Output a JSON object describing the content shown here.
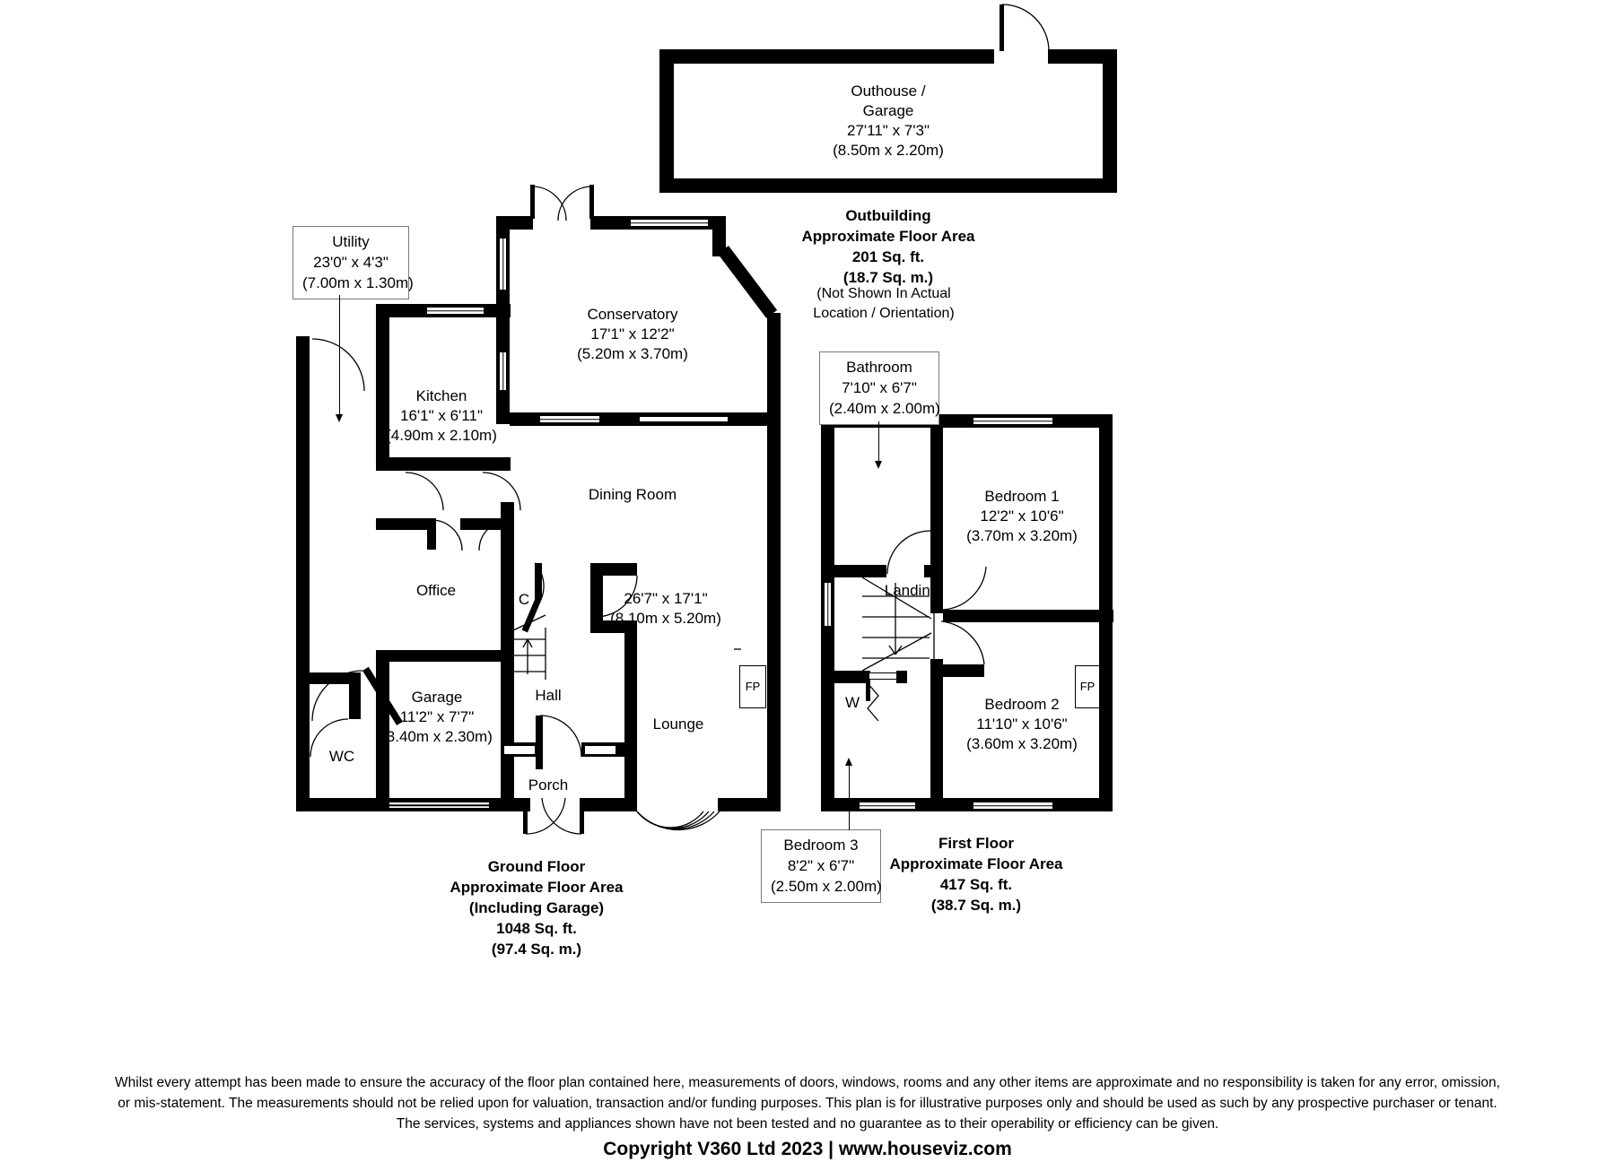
{
  "document": {
    "type": "floor-plan",
    "copyright": "Copyright V360 Ltd 2023 | www.houseviz.com",
    "disclaimer_lines": [
      "Whilst every attempt has been made to ensure the accuracy of the floor plan contained here, measurements of doors, windows, rooms and any other items are approximate and no responsibility is taken for any error, omission,",
      "or mis-statement. The measurements should not be relied upon for valuation, transaction and/or funding purposes. This plan is for illustrative purposes only and should be used as such by any prospective purchaser or tenant.",
      "The services, systems and appliances shown have not been tested and no guarantee as to their operability or efficiency can be given."
    ]
  },
  "outbuilding": {
    "room": {
      "name_line1": "Outhouse /",
      "name_line2": "Garage",
      "dim_imperial": "27'11\" x 7'3\"",
      "dim_metric": "(8.50m x 2.20m)"
    },
    "area": {
      "title": "Outbuilding",
      "subtitle": "Approximate Floor Area",
      "sqft": "201 Sq. ft.",
      "sqm": "(18.7 Sq. m.)"
    },
    "note_line1": "(Not Shown In Actual",
    "note_line2": "Location / Orientation)"
  },
  "ground_floor": {
    "area": {
      "title": "Ground Floor",
      "subtitle": "Approximate Floor Area",
      "including": "(Including Garage)",
      "sqft": "1048 Sq. ft.",
      "sqm": "(97.4 Sq. m.)"
    },
    "rooms": [
      {
        "id": "conservatory",
        "name": "Conservatory",
        "dim_imperial": "17'1\" x 12'2\"",
        "dim_metric": "(5.20m x 3.70m)"
      },
      {
        "id": "kitchen",
        "name": "Kitchen",
        "dim_imperial": "16'1\" x 6'11\"",
        "dim_metric": "(4.90m x 2.10m)"
      },
      {
        "id": "dining-room",
        "name": "Dining Room",
        "dim_imperial": "",
        "dim_metric": ""
      },
      {
        "id": "lounge",
        "name": "Lounge",
        "dim_imperial": "",
        "dim_metric": ""
      },
      {
        "id": "lounge-dining-dims",
        "name": "",
        "dim_imperial": "26'7\" x 17'1\"",
        "dim_metric": "(8.10m x 5.20m)"
      },
      {
        "id": "office",
        "name": "Office",
        "dim_imperial": "",
        "dim_metric": ""
      },
      {
        "id": "garage",
        "name": "Garage",
        "dim_imperial": "11'2\" x 7'7\"",
        "dim_metric": "(3.40m x 2.30m)"
      },
      {
        "id": "hall",
        "name": "Hall",
        "dim_imperial": "",
        "dim_metric": ""
      },
      {
        "id": "porch",
        "name": "Porch",
        "dim_imperial": "",
        "dim_metric": ""
      },
      {
        "id": "wc",
        "name": "WC",
        "dim_imperial": "",
        "dim_metric": ""
      },
      {
        "id": "cupboard",
        "name": "C",
        "dim_imperial": "",
        "dim_metric": ""
      }
    ],
    "callout_utility": {
      "name": "Utility",
      "dim_imperial": "23'0\" x 4'3\"",
      "dim_metric": "(7.00m x 1.30m)"
    },
    "fireplace_label": "FP"
  },
  "first_floor": {
    "area": {
      "title": "First Floor",
      "subtitle": "Approximate Floor Area",
      "sqft": "417 Sq. ft.",
      "sqm": "(38.7 Sq. m.)"
    },
    "rooms": [
      {
        "id": "bedroom-1",
        "name": "Bedroom 1",
        "dim_imperial": "12'2\" x 10'6\"",
        "dim_metric": "(3.70m x 3.20m)"
      },
      {
        "id": "bedroom-2",
        "name": "Bedroom 2",
        "dim_imperial": "11'10\" x 10'6\"",
        "dim_metric": "(3.60m x 3.20m)"
      },
      {
        "id": "landing",
        "name": "Landing",
        "dim_imperial": "",
        "dim_metric": ""
      },
      {
        "id": "wardrobe",
        "name": "W",
        "dim_imperial": "",
        "dim_metric": ""
      }
    ],
    "callout_bathroom": {
      "name": "Bathroom",
      "dim_imperial": "7'10\" x 6'7\"",
      "dim_metric": "(2.40m x 2.00m)"
    },
    "callout_bedroom3": {
      "name": "Bedroom 3",
      "dim_imperial": "8'2\" x 6'7\"",
      "dim_metric": "(2.50m x 2.00m)"
    },
    "fireplace_label": "FP"
  },
  "colors": {
    "wall": "#000000",
    "background": "#ffffff",
    "callout_border": "#7a7a7a"
  }
}
